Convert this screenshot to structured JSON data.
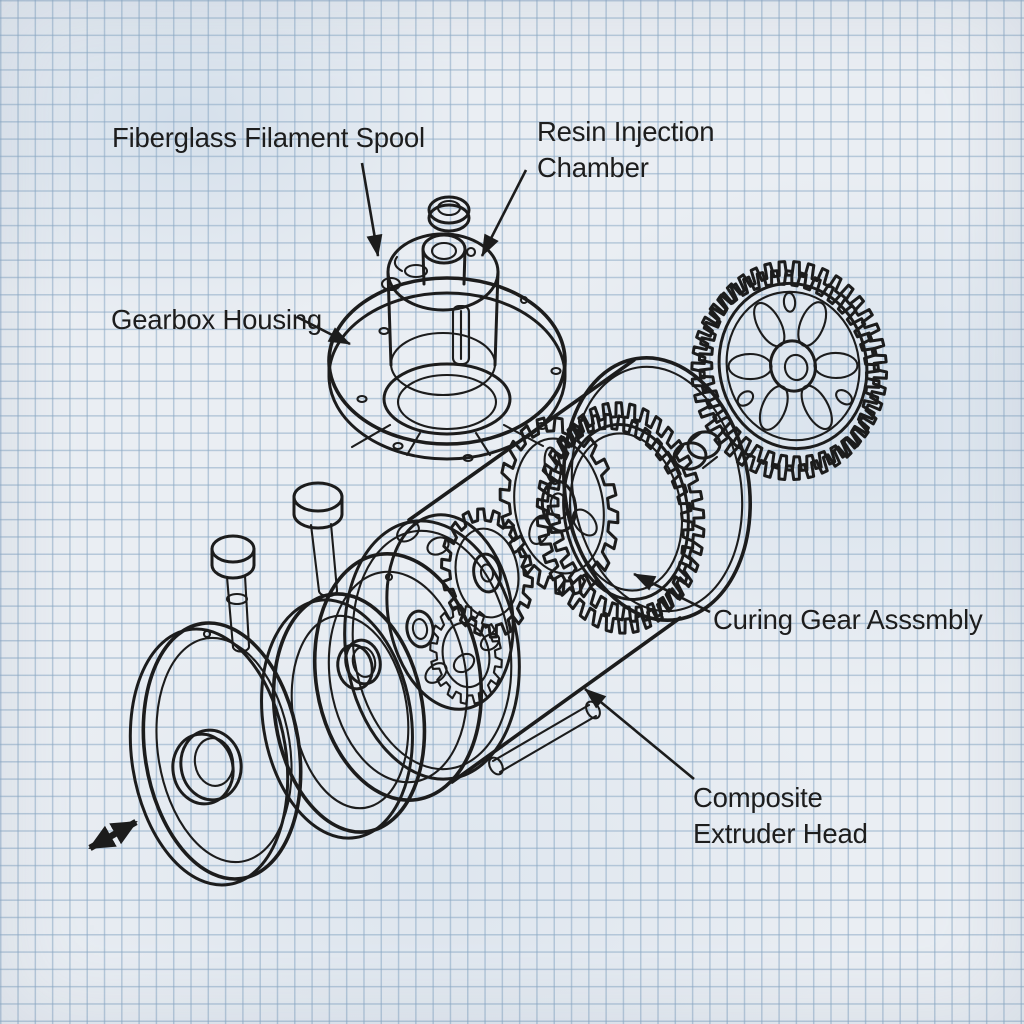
{
  "colors": {
    "paper": "#eaeef3",
    "grid": "#8aa8c4",
    "ink": "#1c1c1c"
  },
  "labels": {
    "spool": {
      "text": "Fiberglass Filament Spool"
    },
    "resin": {
      "line1": "Resin Injection",
      "line2": "Chamber"
    },
    "gearbox": {
      "text": "Gearbox Housing"
    },
    "curing": {
      "text": "Curing Gear Asssmbly"
    },
    "extruder": {
      "line1": "Composite",
      "line2": "Extruder Head"
    }
  }
}
